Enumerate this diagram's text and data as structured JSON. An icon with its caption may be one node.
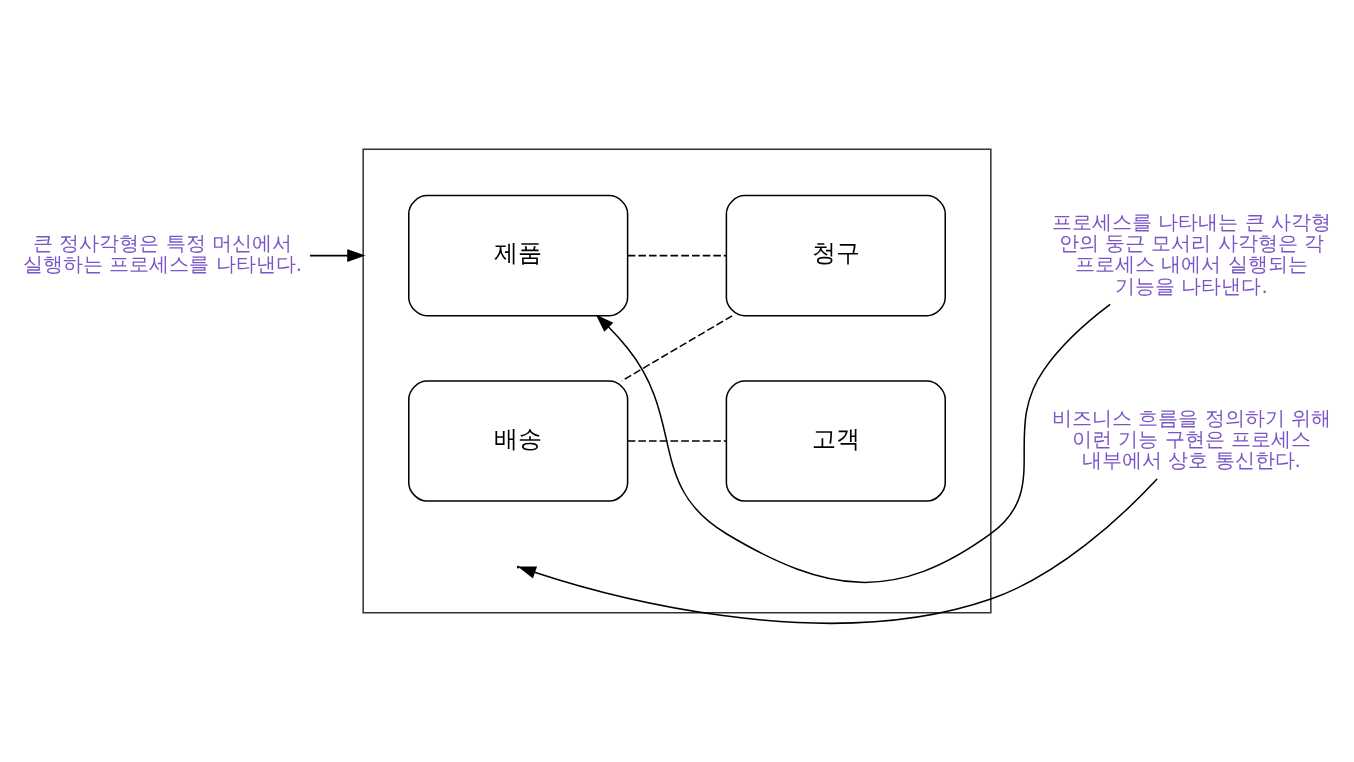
{
  "diagram": {
    "nodes": [
      {
        "text": [
          "큰 정사각형은 특정 머신에서 실행하는 프로세스를 나타낸다."
        ]
      },
      {
        "text": [],
        "shape": "box"
      },
      {
        "text": [
          "제품"
        ],
        "in": 1
      },
      {
        "text": [
          "청구"
        ],
        "in": 1
      },
      {
        "text": [
          "배송"
        ],
        "in": 1
      },
      {
        "text": [
          "고객"
        ],
        "in": 1
      },
      {
        "text": [
          "프로세스를 나타내는 큰 사각형 안의 둥근 모서리 사각형은 각 프로세스 내에서 실행되는 기능을 나타낸다."
        ]
      },
      {
        "text": [
          "비즈니스 흐름을 정의하기 위해 이런 기능 구현은 프로세스 내부에서 상호 통신한다."
        ]
      }
    ],
    "edges": [
      {
        "from": 0,
        "to": 1,
        "arrow": "to"
      },
      {
        "from": 6,
        "to": 2,
        "arrow": "to"
      },
      {
        "from": 7,
        "to": null,
        "arrow": "to"
      },
      {
        "from": 2,
        "to": 3,
        "arrow": "none",
        "style": "dashed"
      },
      {
        "from": 3,
        "to": 4,
        "arrow": "none",
        "style": "dashed"
      },
      {
        "from": 4,
        "to": 5,
        "arrow": "none",
        "style": "dashed"
      }
    ]
  }
}
